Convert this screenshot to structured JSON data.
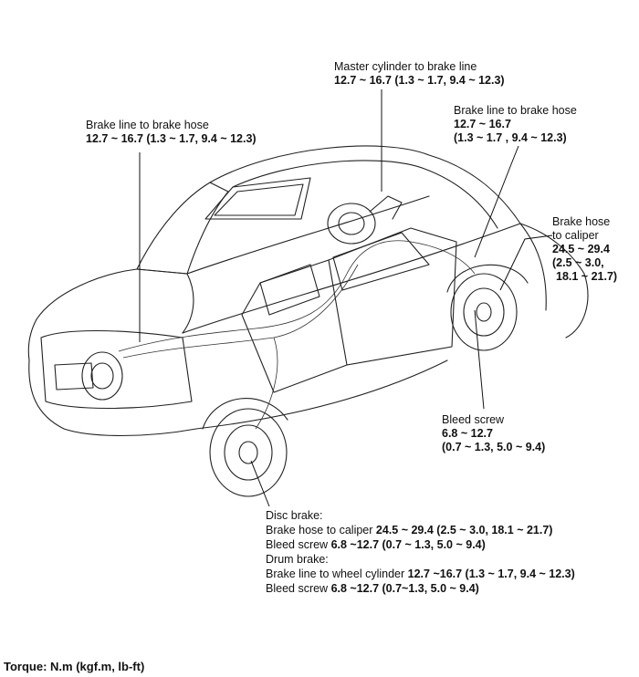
{
  "labels": {
    "master_cylinder": {
      "title": "Master cylinder to brake line",
      "value": "12.7 ~ 16.7 (1.3 ~ 1.7, 9.4 ~ 12.3)"
    },
    "brake_line_left": {
      "title": "Brake line to brake hose",
      "value": "12.7 ~ 16.7 (1.3 ~ 1.7, 9.4 ~ 12.3)"
    },
    "brake_line_right": {
      "title": "Brake line to brake hose",
      "value1": "12.7 ~ 16.7",
      "value2": "(1.3 ~ 1.7 , 9.4 ~ 12.3)"
    },
    "hose_caliper": {
      "title1": "Brake hose",
      "title2": "to caliper",
      "value1": "24.5 ~ 29.4",
      "value2": "(2.5 ~ 3.0,",
      "value3": "18.1 ~ 21.7)"
    },
    "bleed_screw": {
      "title": "Bleed screw",
      "value1": "6.8 ~ 12.7",
      "value2": "(0.7 ~ 1.3, 5.0 ~ 9.4)"
    },
    "spec_block": {
      "disc_heading": "Disc brake:",
      "disc_hose_label": "Brake hose to caliper ",
      "disc_hose_value": "24.5 ~ 29.4 (2.5 ~ 3.0, 18.1 ~ 21.7)",
      "disc_bleed_label": "Bleed screw ",
      "disc_bleed_value": "6.8 ~12.7 (0.7 ~ 1.3, 5.0 ~ 9.4)",
      "drum_heading": "Drum brake:",
      "drum_line_label": "Brake line to wheel cylinder ",
      "drum_line_value": "12.7 ~16.7 (1.3 ~ 1.7, 9.4 ~ 12.3)",
      "drum_bleed_label": "Bleed screw ",
      "drum_bleed_value": "6.8 ~12.7 (0.7~1.3, 5.0 ~ 9.4)"
    }
  },
  "footer": {
    "torque_units": "Torque: N.m (kgf.m, lb-ft)"
  }
}
